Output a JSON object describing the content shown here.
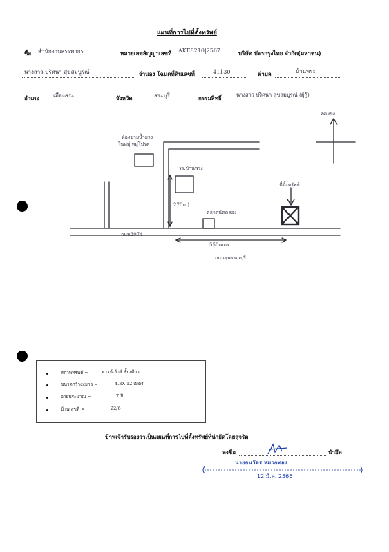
{
  "title": "แผนที่การไปที่ตั้งทรัพย์",
  "header": {
    "row1": {
      "name_label": "ชื่อ",
      "name_value": "สำนักงานสรรพากร",
      "contract_label": "หมายเลขสัญญาเลขที่",
      "contract_value": "AKE8210|2567",
      "company_label": "บริษัท บัตรกรุงไทย จำกัด(มหาชน)"
    },
    "row2": {
      "person_value": "นางสาว ปริศนา  สุขสมบูรณ์",
      "deed_label": "จำนอง โฉนดที่ดินเลขที่",
      "deed_value": "41130",
      "subdistrict_label": "ตำบล",
      "subdistrict_value": "บ้านพระ"
    },
    "row3": {
      "district_label": "อำเภอ",
      "district_value": "เมืองสระ",
      "province_label": "จังหวัด",
      "province_value": "สระบุรี",
      "owner_label": "กรรมสิทธิ์",
      "owner_value": "นางสาว ปริศนา  สุขสมบูรณ์  (ผู้กู้)"
    }
  },
  "map": {
    "north_label": "ทิศเหนือ",
    "shop_label_1": "ห้องขายน้ำยาง",
    "shop_label_2": "ในหมู่ หมู่โปรด",
    "school_label": "รร.บ้านพระ",
    "distance_vertical": "270ม.)",
    "market_label": "ตลาดนัดคลอง",
    "property_label": "ที่ตั้งทรัพย์",
    "road_label": "ถนน3074",
    "distance_horizontal": "550เมตร",
    "road_label_2": "ถนนสุพรรณบุรี"
  },
  "info": {
    "rows": [
      {
        "label": "สภาพทรัพย์ =",
        "value": "ทาวน์เฮ้าส์ ชั้นเดียว"
      },
      {
        "label": "ขนาดกว้างxยาว =",
        "value": "4.3X 12 เมตร"
      },
      {
        "label": "อายุประมาณ =",
        "value": "7 ปี"
      },
      {
        "label": "บ้านเลขที่ =",
        "value": "22/6"
      }
    ]
  },
  "certification": {
    "statement": "ข้าพเจ้ารับรองว่าเป็นแผนที่การไปที่ตั้งทรัพย์ที่นำยึดโดยสุจริต",
    "sign_label": "ลงชื่อ",
    "role_label": "นำยึด",
    "stamp_name": "นายธนวัตร หมวกทอง",
    "stamp_date": "12 มี.ค. 2566"
  },
  "colors": {
    "stamp": "#1a3fa6",
    "ink": "#111111",
    "pencil": "#3a3a4a"
  }
}
